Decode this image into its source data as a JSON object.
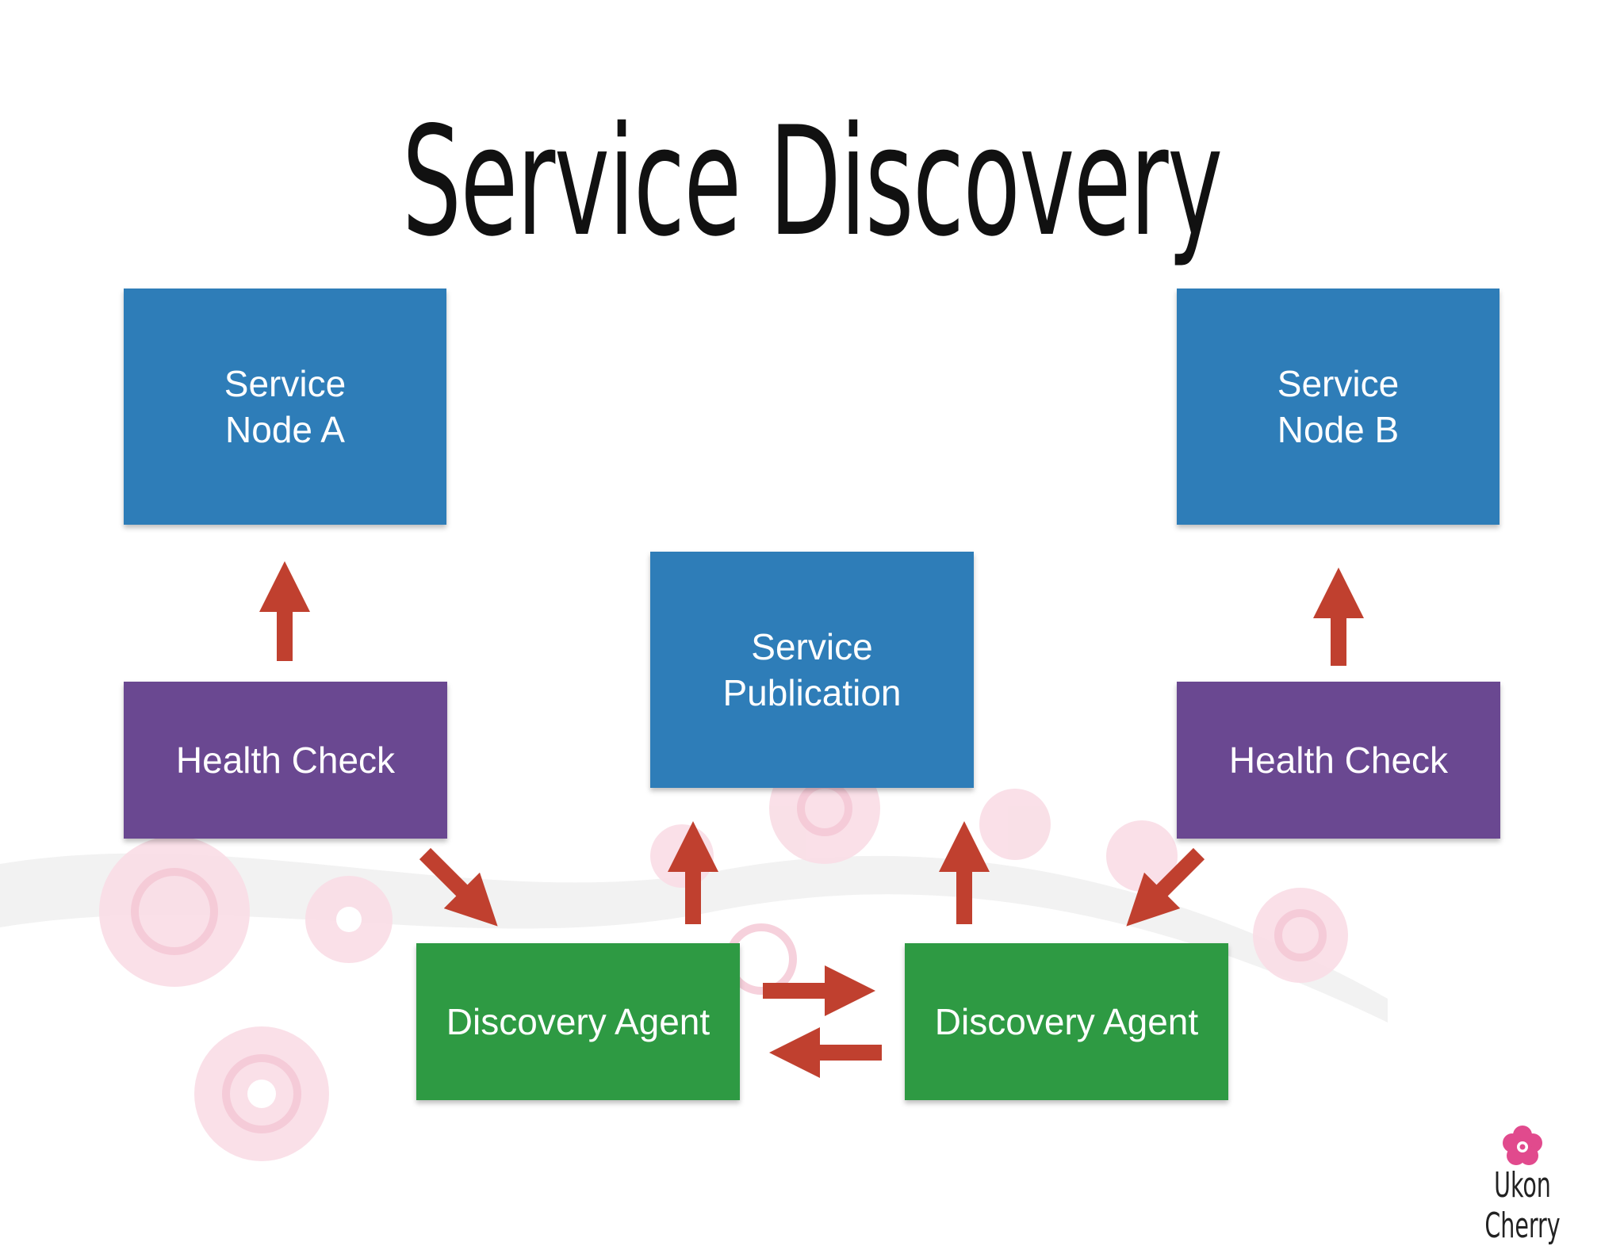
{
  "title": "Service Discovery",
  "nodes": {
    "service_node_a": [
      "Service",
      "Node A"
    ],
    "service_node_b": [
      "Service",
      "Node B"
    ],
    "service_publication": [
      "Service",
      "Publication"
    ],
    "health_check_a": "Health Check",
    "health_check_b": "Health Check",
    "discovery_agent_a": "Discovery Agent",
    "discovery_agent_b": "Discovery Agent"
  },
  "logo": {
    "text": "Ukon Cherry"
  },
  "colors": {
    "service_box": "#2e7db8",
    "health_check_box": "#6a4891",
    "discovery_agent_box": "#2e9a43",
    "arrow": "#c0402f",
    "background_blossom": "#f6d3dd"
  }
}
